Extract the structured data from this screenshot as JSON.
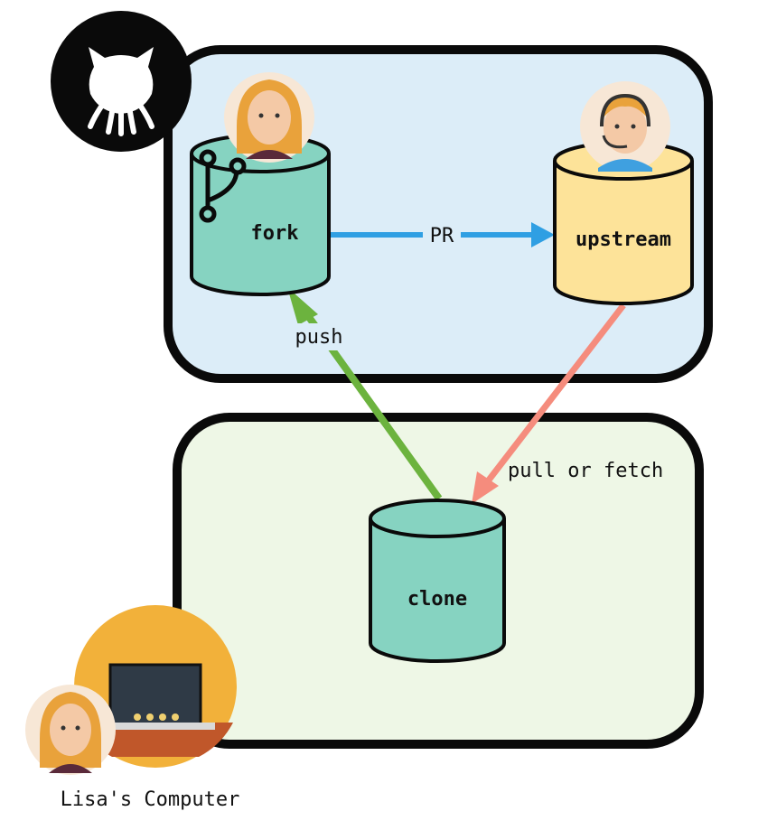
{
  "diagram": {
    "nodes": {
      "fork": "fork",
      "upstream": "upstream",
      "clone": "clone"
    },
    "edges": {
      "pr": "PR",
      "push": "push",
      "pull_fetch": "pull or fetch"
    },
    "caption": "Lisa's Computer",
    "colors": {
      "github_panel": "#dcedf8",
      "local_panel": "#eef7e6",
      "teal_cylinder": "#86d3c1",
      "yellow_cylinder": "#fde399",
      "pr_arrow": "#2f9fe3",
      "push_arrow": "#6cb33e",
      "pull_arrow": "#f58c7d",
      "computer_circle": "#f2b13a"
    },
    "icons": [
      "github-octocat-icon",
      "git-branch-icon",
      "laptop-icon"
    ]
  }
}
